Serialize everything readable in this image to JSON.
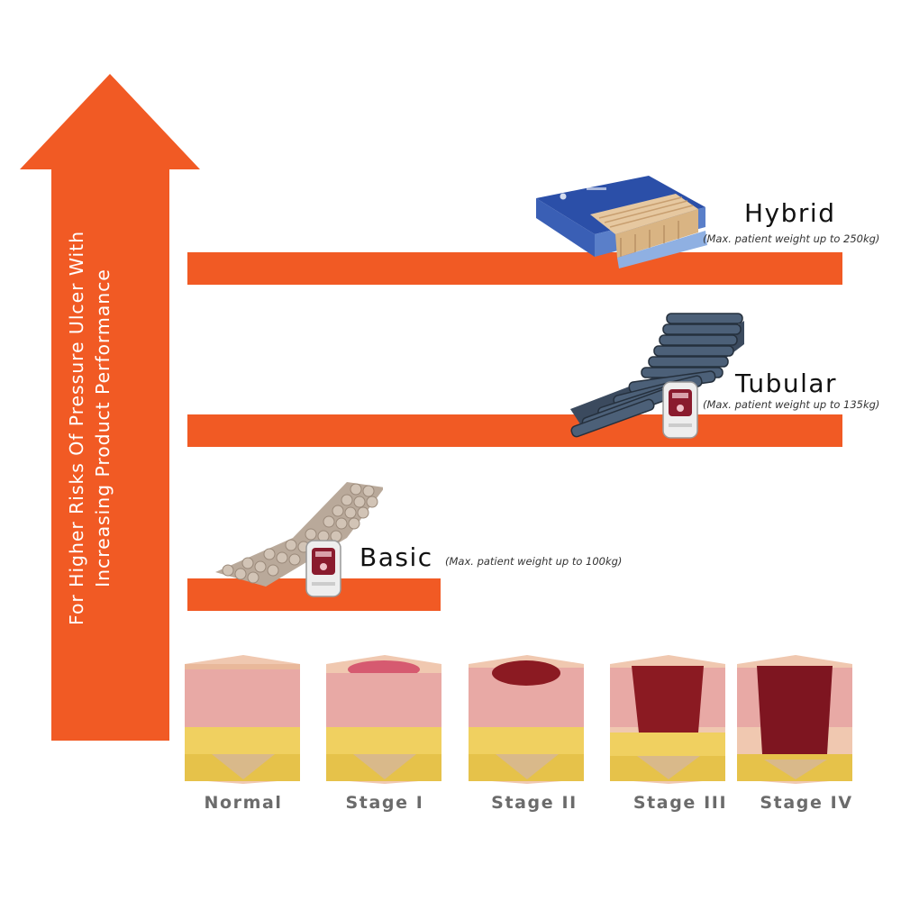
{
  "axis": {
    "line1": "For Higher Risks Of Pressure Ulcer With",
    "line2": "Increasing Product Performance",
    "color": "#f15a24"
  },
  "tiers": [
    {
      "name": "Hybrid",
      "note": "(Max. patient weight up to 250kg)",
      "icon": "hybrid-mattress"
    },
    {
      "name": "Tubular",
      "note": "(Max. patient weight up to 135kg)",
      "icon": "tubular-air-mattress-with-pump"
    },
    {
      "name": "Basic",
      "note": "(Max. patient weight up to 100kg)",
      "icon": "bubble-pad-mattress-with-pump"
    }
  ],
  "stages": [
    {
      "label": "Normal",
      "icon": "skin-normal"
    },
    {
      "label": "Stage I",
      "icon": "skin-stage-1"
    },
    {
      "label": "Stage II",
      "icon": "skin-stage-2"
    },
    {
      "label": "Stage III",
      "icon": "skin-stage-3"
    },
    {
      "label": "Stage IV",
      "icon": "skin-stage-4"
    }
  ]
}
